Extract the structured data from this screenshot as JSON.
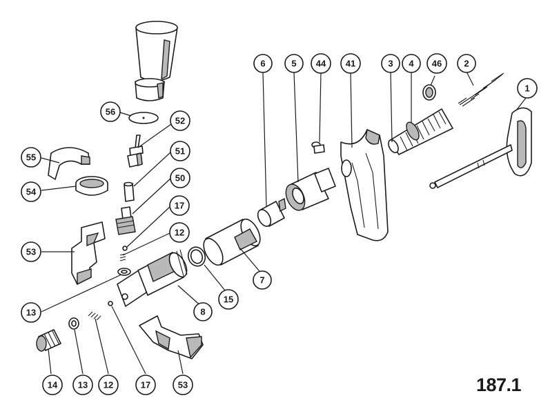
{
  "figure": {
    "number": "187.1"
  },
  "callouts": [
    {
      "id": "c1",
      "label": "1"
    },
    {
      "id": "c2",
      "label": "2"
    },
    {
      "id": "c3",
      "label": "3"
    },
    {
      "id": "c4",
      "label": "4"
    },
    {
      "id": "c46",
      "label": "46"
    },
    {
      "id": "c41",
      "label": "41"
    },
    {
      "id": "c44",
      "label": "44"
    },
    {
      "id": "c5",
      "label": "5"
    },
    {
      "id": "c6",
      "label": "6"
    },
    {
      "id": "c7",
      "label": "7"
    },
    {
      "id": "c15",
      "label": "15"
    },
    {
      "id": "c8",
      "label": "8"
    },
    {
      "id": "c56",
      "label": "56"
    },
    {
      "id": "c52",
      "label": "52"
    },
    {
      "id": "c51",
      "label": "51"
    },
    {
      "id": "c50",
      "label": "50"
    },
    {
      "id": "c17a",
      "label": "17"
    },
    {
      "id": "c12a",
      "label": "12"
    },
    {
      "id": "c55",
      "label": "55"
    },
    {
      "id": "c54",
      "label": "54"
    },
    {
      "id": "c53a",
      "label": "53"
    },
    {
      "id": "c13a",
      "label": "13"
    },
    {
      "id": "c14",
      "label": "14"
    },
    {
      "id": "c13b",
      "label": "13"
    },
    {
      "id": "c12b",
      "label": "12"
    },
    {
      "id": "c17b",
      "label": "17"
    },
    {
      "id": "c53b",
      "label": "53"
    }
  ]
}
